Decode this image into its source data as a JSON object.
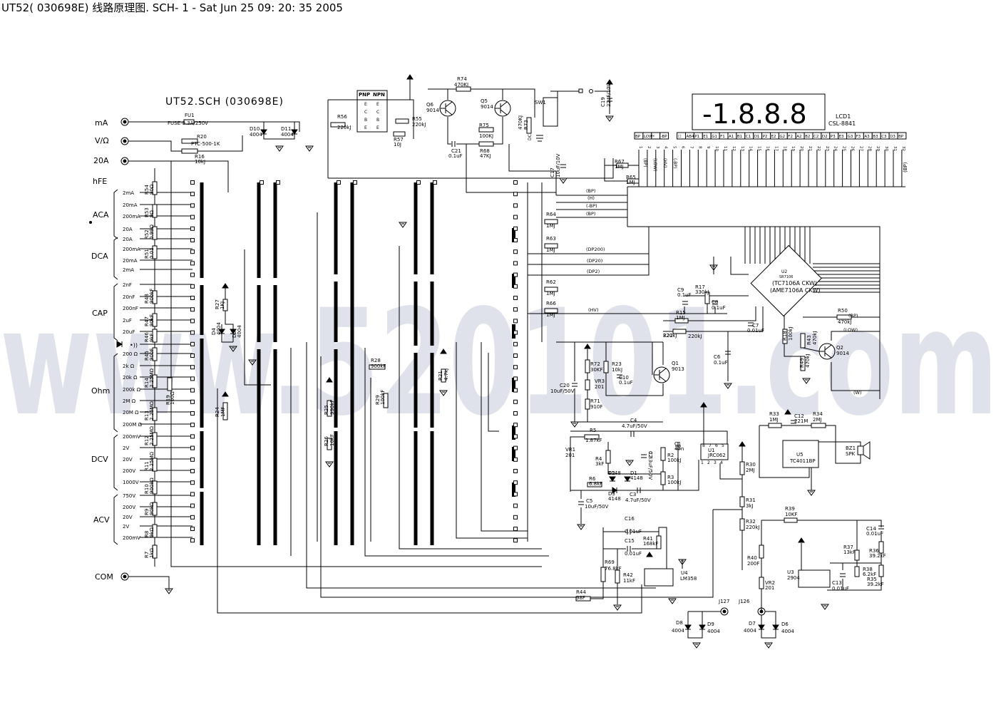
{
  "header": {
    "title": "UT52( 030698E) 线路原理图. SCH- 1  -  Sat   Jun  25  09: 20: 35  2005"
  },
  "watermark": {
    "text": "www.520101.com",
    "color": "#c8ccdc"
  },
  "schematic": {
    "sheet_title": "UT52.SCH (030698E)",
    "inputs": {
      "ma": "mA",
      "v_ohm": "V/Ω",
      "a20": "20A",
      "hfe": "hFE",
      "com": "COM"
    },
    "range_groups": {
      "aca": "ACA",
      "dca": "DCA",
      "cap": "CAP",
      "ohm": "Ohm",
      "dcv": "DCV",
      "acv": "ACV"
    },
    "ranges": {
      "aca": [
        "2mA",
        "20mA",
        "200mA",
        "20A"
      ],
      "dca": [
        "20A",
        "200mA",
        "20mA",
        "2mA"
      ],
      "cap": [
        "2nF",
        "20nF",
        "200nF",
        "2uF",
        "20uF"
      ],
      "diode": "•))",
      "ohm": [
        "200 Ω",
        "2k Ω",
        "20k Ω",
        "200k Ω",
        "2M Ω",
        "20M Ω",
        "200M Ω"
      ],
      "dcv": [
        "200mV",
        "2V",
        "20V",
        "200V",
        "1000V"
      ],
      "acv": [
        "750V",
        "200V",
        "20V",
        "2V",
        "200mV"
      ]
    },
    "lcd": {
      "display": "-1.8.8.8",
      "name": "LCD1",
      "model": "CSL-8841",
      "pins": [
        "BP",
        "LOW",
        "⚡",
        "-BP",
        "☐",
        "AB4",
        "P1",
        "E1",
        "G1",
        "F1",
        "A1",
        "B1",
        "C1",
        "D1",
        "P2",
        "E2",
        "G2",
        "F2",
        "A2",
        "B2",
        "C2",
        "D2",
        "P3",
        "E3",
        "G3",
        "F3",
        "A3",
        "B3",
        "C3",
        "D3",
        "BP"
      ],
      "numbers": [
        "1",
        "2",
        "3",
        "4",
        "5",
        "6",
        "7",
        "8",
        "9",
        "10",
        "11",
        "12",
        "13",
        "14",
        "15",
        "16",
        "17",
        "18",
        "19",
        "20",
        "21",
        "22",
        "23",
        "24",
        "25",
        "26",
        "27",
        "28",
        "29",
        "30",
        "31",
        "32"
      ],
      "side_labels": [
        "(BP)",
        "(LOW)",
        "(HV)",
        "(-BP)"
      ],
      "right_label": "(BP)"
    },
    "nets": [
      "(BP)",
      "(H)",
      "(-BP)",
      "(BP)",
      "(DP200)",
      "(DP20)",
      "(DP2)",
      "(HV)",
      "(BP)",
      "(LOW)",
      "(W)"
    ],
    "ic_main": {
      "ref": "U2",
      "type": "SR7106",
      "line1": "(TC7106A CKW)",
      "line2": "(AME7106A CKW)"
    },
    "transistor_box": {
      "pnp": "PNP",
      "npn": "NPN",
      "pins_left": [
        "E",
        "C",
        "B",
        "E"
      ],
      "pins_right": [
        "E",
        "C",
        "B",
        "E"
      ]
    },
    "components": [
      {
        "id": "FU1",
        "ref": "FU1",
        "value": "FUSE-0.3A/250V"
      },
      {
        "id": "R20",
        "ref": "R20",
        "value": "PTC-500-1K"
      },
      {
        "id": "R16",
        "ref": "R16",
        "value": "10kJ"
      },
      {
        "id": "D10",
        "ref": "D10",
        "value": "4004"
      },
      {
        "id": "D11",
        "ref": "D11",
        "value": "4004"
      },
      {
        "id": "R56",
        "ref": "R56",
        "value": "220kJ"
      },
      {
        "id": "R55",
        "ref": "R55",
        "value": "220kJ"
      },
      {
        "id": "R57",
        "ref": "R57",
        "value": "10J"
      },
      {
        "id": "R74",
        "ref": "R74",
        "value": "470KJ"
      },
      {
        "id": "Q6",
        "ref": "Q6",
        "value": "9014"
      },
      {
        "id": "Q5",
        "ref": "Q5",
        "value": "9014"
      },
      {
        "id": "R75",
        "ref": "R75",
        "value": "100KJ"
      },
      {
        "id": "C21",
        "ref": "C21",
        "value": "0.1uF"
      },
      {
        "id": "R68",
        "ref": "R68",
        "value": "47KJ"
      },
      {
        "id": "R73",
        "ref": "R73",
        "value": "470KJ"
      },
      {
        "id": "SW1",
        "ref": "SW1",
        "value": ""
      },
      {
        "id": "DC",
        "ref": "DC",
        "value": ""
      },
      {
        "id": "C17",
        "ref": "C17",
        "value": "10uF/10V"
      },
      {
        "id": "C19",
        "ref": "C19",
        "value": "22uF/10V"
      },
      {
        "id": "R67",
        "ref": "R67",
        "value": "1MJ"
      },
      {
        "id": "R65",
        "ref": "R65",
        "value": "1MJ"
      },
      {
        "id": "R64",
        "ref": "R64",
        "value": "1MJ"
      },
      {
        "id": "R63",
        "ref": "R63",
        "value": "1MJ"
      },
      {
        "id": "R62",
        "ref": "R62",
        "value": "1MJ"
      },
      {
        "id": "R66",
        "ref": "R66",
        "value": "1MJ"
      },
      {
        "id": "R54",
        "ref": "R54",
        "value": "90Ω"
      },
      {
        "id": "R53",
        "ref": "R53",
        "value": "9Ω"
      },
      {
        "id": "R52",
        "ref": "R52",
        "value": "0.99Ω"
      },
      {
        "id": "R51",
        "ref": "R51",
        "value": "0.01"
      },
      {
        "id": "R48",
        "ref": "R48",
        "value": "900kF"
      },
      {
        "id": "R47",
        "ref": "R47",
        "value": "90kF"
      },
      {
        "id": "R46",
        "ref": "R46",
        "value": "9kF"
      },
      {
        "id": "R45",
        "ref": "R45",
        "value": "900F"
      },
      {
        "id": "R14",
        "ref": "R14",
        "value": "2.25MΩ"
      },
      {
        "id": "R19",
        "ref": "R19",
        "value": "100Ω"
      },
      {
        "id": "R13",
        "ref": "R13",
        "value": "2.25MΩ"
      },
      {
        "id": "R12",
        "ref": "R12",
        "value": "2.25MΩ"
      },
      {
        "id": "R11",
        "ref": "R11",
        "value": "2.25MΩ"
      },
      {
        "id": "R10",
        "ref": "R10",
        "value": "900kΩ"
      },
      {
        "id": "R9",
        "ref": "R9",
        "value": "90kΩ"
      },
      {
        "id": "R8",
        "ref": "R8",
        "value": "9kΩ"
      },
      {
        "id": "R7",
        "ref": "R7",
        "value": "1kΩ"
      },
      {
        "id": "R27",
        "ref": "R27",
        "value": "1KJ"
      },
      {
        "id": "D4",
        "ref": "D4",
        "value": "4004"
      },
      {
        "id": "D5",
        "ref": "D5",
        "value": "4004"
      },
      {
        "id": "R24",
        "ref": "R24",
        "value": "1MF"
      },
      {
        "id": "R28",
        "ref": "R28",
        "value": "900kF"
      },
      {
        "id": "R29",
        "ref": "R29",
        "value": "100kF"
      },
      {
        "id": "R21",
        "ref": "R21",
        "value": "4.7kJ"
      },
      {
        "id": "R25",
        "ref": "R25",
        "value": "990kF"
      },
      {
        "id": "R26",
        "ref": "R26",
        "value": "10kF"
      },
      {
        "id": "C9",
        "ref": "C9",
        "value": "0.1uF"
      },
      {
        "id": "R17",
        "ref": "R17",
        "value": "330kJ"
      },
      {
        "id": "C8",
        "ref": "C8",
        "value": "0.1uF"
      },
      {
        "id": "R15",
        "ref": "R15",
        "value": "1MJ"
      },
      {
        "id": "C7",
        "ref": "C7",
        "value": "0.01uF"
      },
      {
        "id": "R22",
        "ref": "R22",
        "value": "220kJ"
      },
      {
        "id": "C6",
        "ref": "C6",
        "value": "0.1uF"
      },
      {
        "id": "R18",
        "ref": "R18",
        "value": "100kJ"
      },
      {
        "id": "R43",
        "ref": "R43",
        "value": "470kJ"
      },
      {
        "id": "R49",
        "ref": "R49",
        "value": "470kJ"
      },
      {
        "id": "R50",
        "ref": "R50",
        "value": "470kJ"
      },
      {
        "id": "Q2",
        "ref": "Q2",
        "value": "9014"
      },
      {
        "id": "Q1",
        "ref": "Q1",
        "value": "9013"
      },
      {
        "id": "C20",
        "ref": "C20",
        "value": "10uF/50V"
      },
      {
        "id": "R72",
        "ref": "R72",
        "value": "30KF"
      },
      {
        "id": "R23",
        "ref": "R23",
        "value": "10kJ"
      },
      {
        "id": "VR3",
        "ref": "VR3",
        "value": "201"
      },
      {
        "id": "C10",
        "ref": "C10",
        "value": "0.1uF"
      },
      {
        "id": "R71",
        "ref": "R71",
        "value": "910F"
      },
      {
        "id": "C4",
        "ref": "C4",
        "value": "4.7uF/50V"
      },
      {
        "id": "R5",
        "ref": "R5",
        "value": "1.87kF"
      },
      {
        "id": "VR1",
        "ref": "VR1",
        "value": "201"
      },
      {
        "id": "R4",
        "ref": "R4",
        "value": "3kF"
      },
      {
        "id": "C2",
        "ref": "C2",
        "value": "0.33uF/50V"
      },
      {
        "id": "R2",
        "ref": "R2",
        "value": "100kJ"
      },
      {
        "id": "C1",
        "ref": "C1",
        "value": "47n"
      },
      {
        "id": "R3",
        "ref": "R3",
        "value": "100kJ"
      },
      {
        "id": "U1",
        "ref": "U1",
        "value": "JRC062"
      },
      {
        "id": "R6",
        "ref": "R6",
        "value": "6.8kF"
      },
      {
        "id": "D2",
        "ref": "D2",
        "value": "4148"
      },
      {
        "id": "D1",
        "ref": "D1",
        "value": "4148"
      },
      {
        "id": "D3",
        "ref": "D3",
        "value": "4148"
      },
      {
        "id": "C3",
        "ref": "C3",
        "value": "4.7uF/50V"
      },
      {
        "id": "C5",
        "ref": "C5",
        "value": "10uF/50V"
      },
      {
        "id": "R33",
        "ref": "R33",
        "value": "1MJ"
      },
      {
        "id": "C12",
        "ref": "C12",
        "value": "221M"
      },
      {
        "id": "R34",
        "ref": "R34",
        "value": "2MJ"
      },
      {
        "id": "BZ1",
        "ref": "BZ1",
        "value": "SPK"
      },
      {
        "id": "U5",
        "ref": "U5",
        "value": "TC4011BP"
      },
      {
        "id": "R30",
        "ref": "R30",
        "value": "2MJ"
      },
      {
        "id": "R31",
        "ref": "R31",
        "value": "3kJ"
      },
      {
        "id": "R32",
        "ref": "R32",
        "value": "220kJ"
      },
      {
        "id": "R39",
        "ref": "R39",
        "value": "10KF"
      },
      {
        "id": "C14",
        "ref": "C14",
        "value": "0.01uF"
      },
      {
        "id": "R37",
        "ref": "R37",
        "value": "13kF"
      },
      {
        "id": "R36",
        "ref": "R36",
        "value": "39.2kF"
      },
      {
        "id": "R38",
        "ref": "R38",
        "value": "6.2kF"
      },
      {
        "id": "R35",
        "ref": "R35",
        "value": "39.2kF"
      },
      {
        "id": "R40",
        "ref": "R40",
        "value": "200F"
      },
      {
        "id": "VR2",
        "ref": "VR2",
        "value": "201"
      },
      {
        "id": "U3",
        "ref": "U3",
        "value": "2904"
      },
      {
        "id": "C13",
        "ref": "C13",
        "value": "0.01uF"
      },
      {
        "id": "C16",
        "ref": "C16",
        "value": "0.01uF"
      },
      {
        "id": "C15",
        "ref": "C15",
        "value": "0.01uF"
      },
      {
        "id": "R41",
        "ref": "R41",
        "value": "168kF"
      },
      {
        "id": "R69",
        "ref": "R69",
        "value": "76.8kF"
      },
      {
        "id": "R42",
        "ref": "R42",
        "value": "11kF"
      },
      {
        "id": "U4",
        "ref": "U4",
        "value": "LM358"
      },
      {
        "id": "R44",
        "ref": "R44",
        "value": "98F"
      },
      {
        "id": "J127",
        "ref": "J127",
        "value": ""
      },
      {
        "id": "J126",
        "ref": "J126",
        "value": ""
      },
      {
        "id": "D8",
        "ref": "D8",
        "value": "4004"
      },
      {
        "id": "D9",
        "ref": "D9",
        "value": "4004"
      },
      {
        "id": "D7",
        "ref": "D7",
        "value": "4004"
      },
      {
        "id": "D6",
        "ref": "D6",
        "value": "4004"
      }
    ]
  }
}
